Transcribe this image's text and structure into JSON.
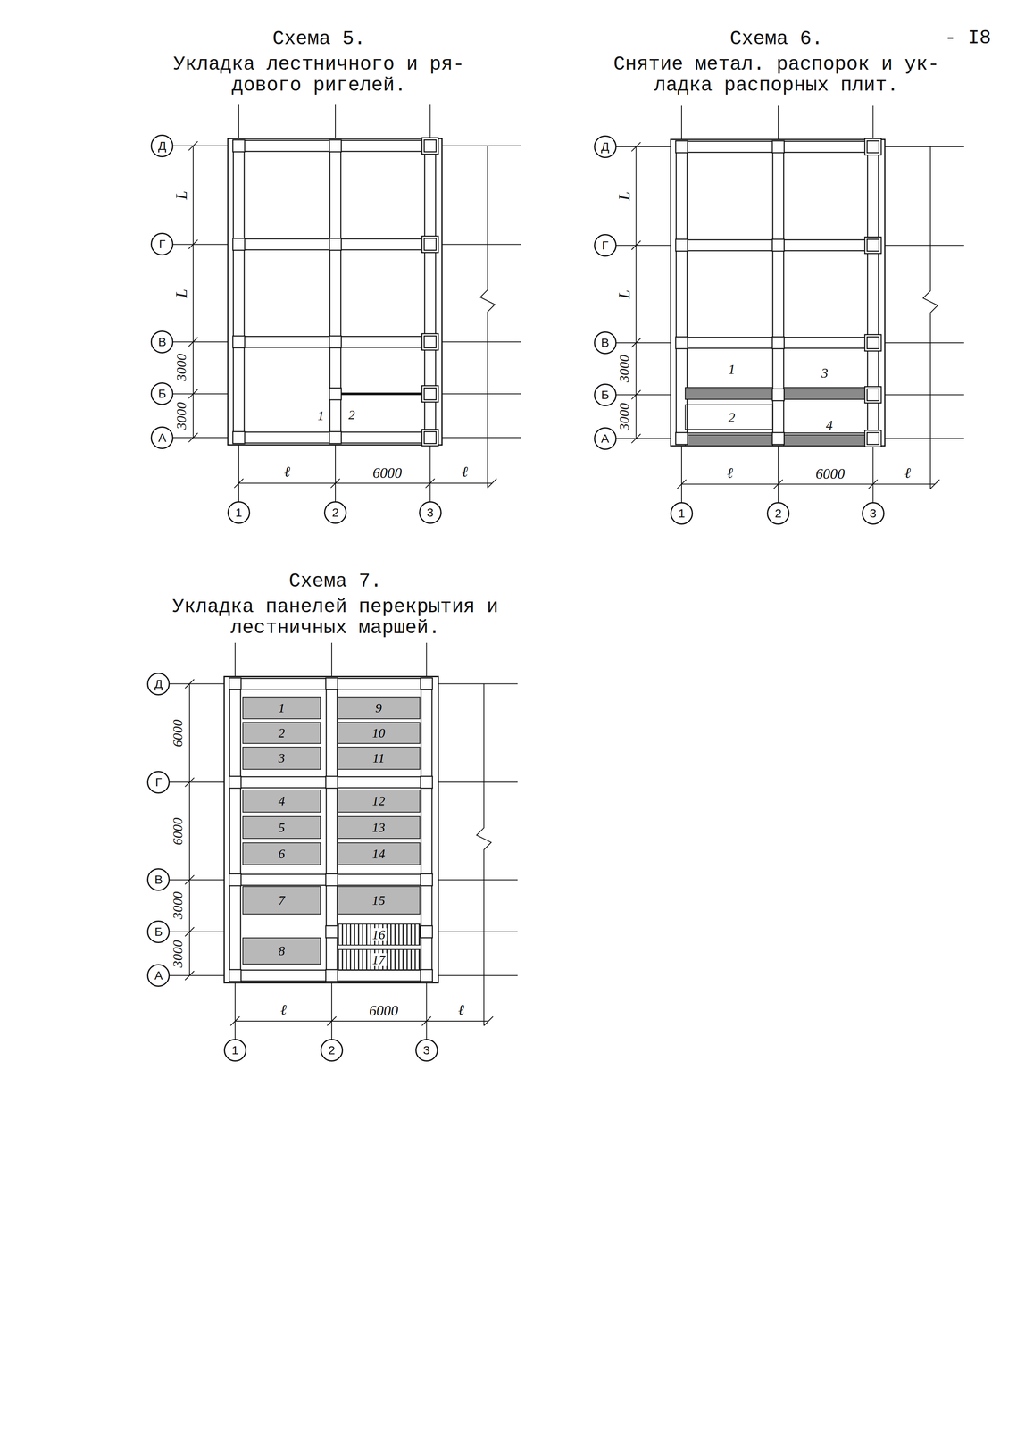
{
  "diagram": {
    "nodes": [
      {
        "text": [
          "Д"
        ]
      },
      {
        "text": [
          "Г"
        ]
      },
      {
        "text": [
          "В"
        ]
      },
      {
        "text": [
          "Б"
        ]
      },
      {
        "text": [
          "А"
        ]
      },
      {
        "text": [
          "1"
        ]
      },
      {
        "text": [
          "2"
        ]
      },
      {
        "text": [
          "3"
        ]
      },
      {
        "text": [
          "Д"
        ]
      },
      {
        "text": [
          "Г"
        ]
      },
      {
        "text": [
          "В"
        ]
      },
      {
        "text": [
          "Б"
        ]
      },
      {
        "text": [
          "А"
        ]
      },
      {
        "text": [
          "1"
        ]
      },
      {
        "text": [
          "2"
        ]
      },
      {
        "text": [
          "3"
        ]
      },
      {
        "text": [
          "Д"
        ]
      },
      {
        "text": [
          "Г"
        ]
      },
      {
        "text": [
          "В"
        ]
      },
      {
        "text": [
          "Б"
        ]
      },
      {
        "text": [
          "А"
        ]
      },
      {
        "text": [
          "1"
        ]
      },
      {
        "text": [
          "2"
        ]
      },
      {
        "text": [
          "3"
        ]
      },
      {
        "text": [
          "1"
        ]
      },
      {
        "text": [
          "2"
        ]
      },
      {
        "text": [
          "3"
        ]
      },
      {
        "text": [
          "4"
        ]
      },
      {
        "text": [
          "5"
        ]
      },
      {
        "text": [
          "6"
        ]
      },
      {
        "text": [
          "7"
        ]
      },
      {
        "text": [
          "8"
        ]
      },
      {
        "text": [
          "9"
        ]
      },
      {
        "text": [
          "10"
        ]
      },
      {
        "text": [
          "11"
        ]
      },
      {
        "text": [
          "12"
        ]
      },
      {
        "text": [
          "13"
        ]
      },
      {
        "text": [
          "14"
        ]
      },
      {
        "text": [
          "15"
        ]
      },
      {
        "text": [
          "16"
        ]
      },
      {
        "text": [
          "17"
        ]
      }
    ],
    "labels": [
      "- I8",
      "Схема 5.",
      "Укладка лестничного и ря- дового ригелей.",
      "Схема 6.",
      "Снятие метал. распорок и ук- ладка распорных плит.",
      "Схема 7.",
      "Укладка панелей перекрытия и лестничных маршей.",
      "L",
      "L",
      "3000",
      "3000",
      "ℓ",
      "6000",
      "ℓ",
      "1",
      "2",
      "L",
      "L",
      "3000",
      "3000",
      "ℓ",
      "6000",
      "ℓ",
      "1",
      "3",
      "2",
      "4",
      "6000",
      "6000",
      "3000",
      "3000",
      "ℓ",
      "6000",
      "ℓ"
    ]
  }
}
